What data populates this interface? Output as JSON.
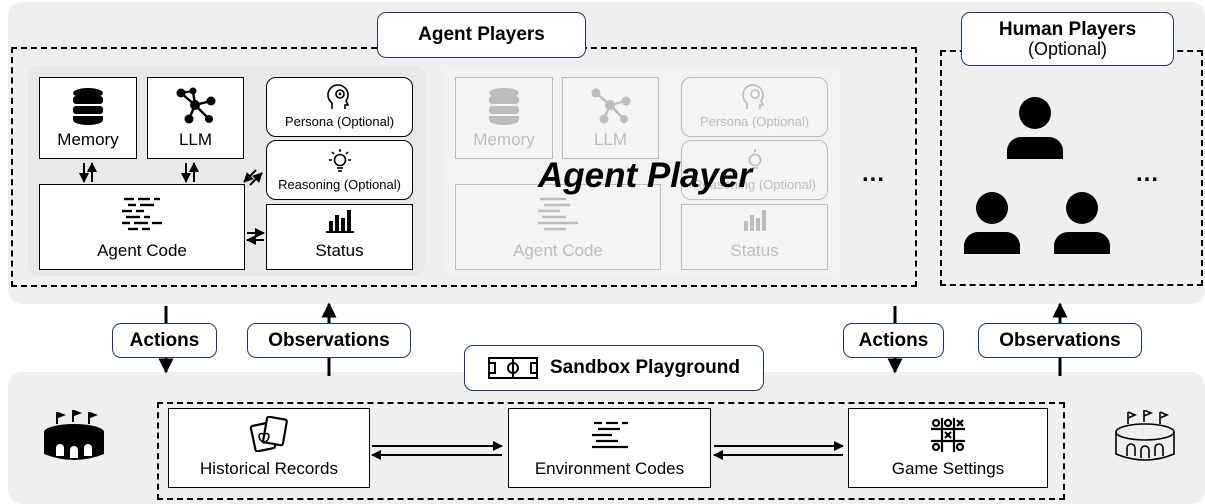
{
  "agent_section": {
    "title": "Agent Players",
    "agent": {
      "memory": "Memory",
      "llm": "LLM",
      "persona": "Persona (Optional)",
      "reasoning": "Reasoning (Optional)",
      "agent_code": "Agent Code",
      "status": "Status"
    },
    "overlay_label": "Agent Player",
    "ellipsis": "..."
  },
  "human_section": {
    "title": "Human Players",
    "subtitle": "(Optional)",
    "ellipsis": "..."
  },
  "connectors": {
    "actions": "Actions",
    "observations": "Observations"
  },
  "sandbox": {
    "title": "Sandbox Playground",
    "historical": "Historical Records",
    "env_codes": "Environment Codes",
    "game_settings": "Game Settings"
  },
  "icons": [
    "database-icon",
    "network-icon",
    "head-gear-icon",
    "lightbulb-icon",
    "code-lines-icon",
    "bar-chart-icon",
    "user-icon",
    "stadium-icon",
    "photos-icon",
    "tic-tac-toe-icon",
    "field-icon"
  ]
}
